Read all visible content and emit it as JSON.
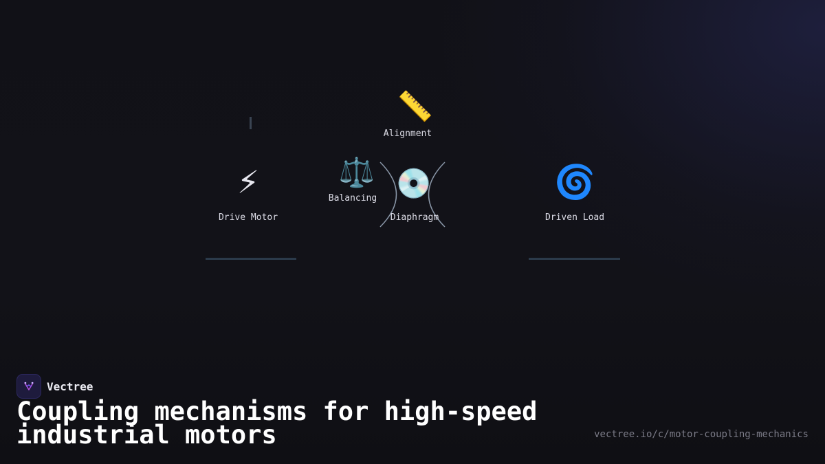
{
  "diagram": {
    "nodes": {
      "drive_motor": {
        "label": "Drive Motor",
        "icon": "lightning-bolt-icon",
        "glyph": "⚡"
      },
      "balancing": {
        "label": "Balancing",
        "icon": "balance-scale-icon",
        "glyph": "⚖️"
      },
      "alignment": {
        "label": "Alignment",
        "icon": "ruler-icon",
        "glyph": "📏"
      },
      "diaphragm": {
        "label": "Diaphragm",
        "icon": "disc-icon",
        "glyph": "💿"
      },
      "driven_load": {
        "label": "Driven Load",
        "icon": "spiral-icon",
        "glyph": "🌀"
      }
    },
    "colors": {
      "shaft_bar": "#2b3a4a",
      "diaphragm_arc": "#8a97a8",
      "background": "#121218"
    }
  },
  "brand": {
    "name": "Vectree"
  },
  "footer": {
    "title": "Coupling mechanisms for high-speed industrial motors",
    "url": "vectree.io/c/motor-coupling-mechanics"
  }
}
